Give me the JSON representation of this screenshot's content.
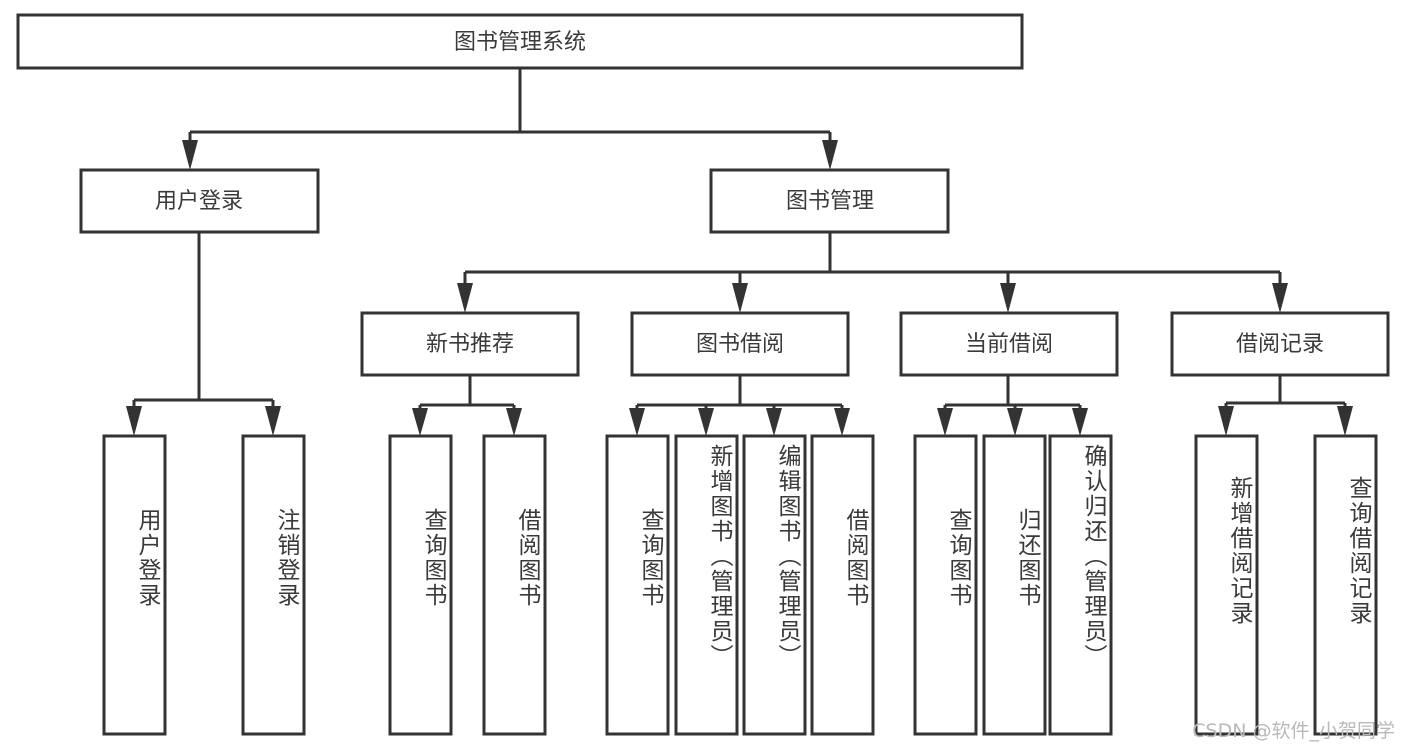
{
  "diagram": {
    "type": "tree-hierarchy",
    "orientation": "top-down",
    "root": {
      "label": "图书管理系统",
      "text_orientation": "horizontal"
    },
    "level2": [
      {
        "label": "用户登录",
        "text_orientation": "horizontal"
      },
      {
        "label": "图书管理",
        "text_orientation": "horizontal"
      }
    ],
    "level3": [
      {
        "label": "新书推荐",
        "text_orientation": "horizontal",
        "parent": "图书管理"
      },
      {
        "label": "图书借阅",
        "text_orientation": "horizontal",
        "parent": "图书管理"
      },
      {
        "label": "当前借阅",
        "text_orientation": "horizontal",
        "parent": "图书管理"
      },
      {
        "label": "借阅记录",
        "text_orientation": "horizontal",
        "parent": "图书管理"
      }
    ],
    "leaves": {
      "user_login": [
        {
          "label": "用户登录",
          "text_orientation": "vertical"
        },
        {
          "label": "注销登录",
          "text_orientation": "vertical"
        }
      ],
      "new_book_recommend": [
        {
          "label": "查询图书",
          "text_orientation": "vertical"
        },
        {
          "label": "借阅图书",
          "text_orientation": "vertical"
        }
      ],
      "book_borrow": [
        {
          "label": "查询图书",
          "text_orientation": "vertical"
        },
        {
          "label": "新增图书（管理员）",
          "text_orientation": "vertical"
        },
        {
          "label": "编辑图书（管理员）",
          "text_orientation": "vertical"
        },
        {
          "label": "借阅图书",
          "text_orientation": "vertical"
        }
      ],
      "current_borrow": [
        {
          "label": "查询图书",
          "text_orientation": "vertical"
        },
        {
          "label": "归还图书",
          "text_orientation": "vertical"
        },
        {
          "label": "确认归还（管理员）",
          "text_orientation": "vertical"
        }
      ],
      "borrow_record": [
        {
          "label": "新增借阅记录",
          "text_orientation": "vertical"
        },
        {
          "label": "查询借阅记录",
          "text_orientation": "vertical"
        }
      ]
    },
    "colors": {
      "box_fill": "#ffffff",
      "box_stroke": "#333333",
      "text": "#3a3a3a",
      "background": "#ffffff",
      "watermark": "#b9b9b9"
    }
  },
  "watermark": {
    "text": "CSDN @软件_小贺同学"
  }
}
